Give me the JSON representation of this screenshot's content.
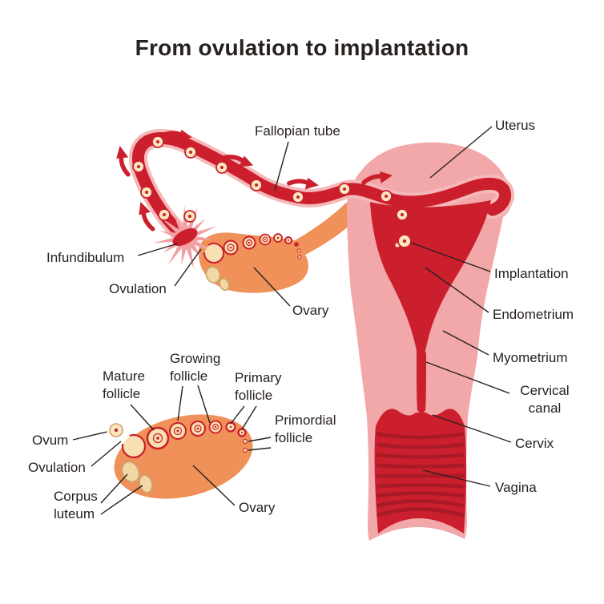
{
  "title": "From ovulation to implantation",
  "labels": {
    "fallopian_tube": "Fallopian tube",
    "uterus": "Uterus",
    "infundibulum": "Infundibulum",
    "ovulation_top": "Ovulation",
    "ovary_top": "Ovary",
    "implantation": "Implantation",
    "endometrium": "Endometrium",
    "myometrium": "Myometrium",
    "cervical_canal": "Cervical canal",
    "cervix": "Cervix",
    "vagina": "Vagina",
    "mature_follicle": "Mature follicle",
    "growing_follicle": "Growing follicle",
    "primary_follicle": "Primary follicle",
    "primordial_follicle": "Primordial follicle",
    "ovum": "Ovum",
    "ovulation_bottom": "Ovulation",
    "corpus_luteum": "Corpus luteum",
    "ovary_bottom": "Ovary"
  },
  "colors": {
    "red": "#CB1F2D",
    "dark_ridge": "#A81A25",
    "pink": "#F2A7A9",
    "tube_outline": "#F6B9BA",
    "orange": "#EF9159",
    "cream": "#FBE7C0",
    "follicle_cream": "#F9E0B2",
    "corpus_luteum": "#F3D7A4",
    "corpus_luteum_border": "#C7A771",
    "ovum_ring": "#D89A6A",
    "ink": "#27211F"
  }
}
